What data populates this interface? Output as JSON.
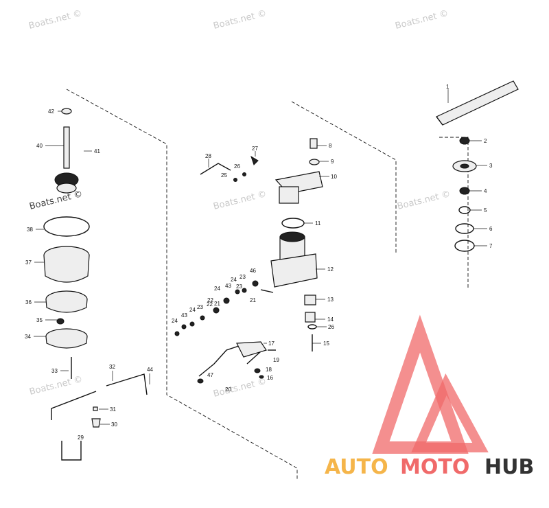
{
  "watermarks": [
    "Boats.net ©",
    "Boats.net ©",
    "Boats.net ©",
    "Boats.net ©",
    "Boats.net ©",
    "Boats.net ©",
    "Boats.net ©",
    "Boats.net ©"
  ],
  "logo": {
    "part1": "AUTO",
    "part2": "MOTO",
    "part3": "HUB",
    "color_a": "#f5b54a",
    "color_b": "#f06a6a",
    "color_c": "#333333"
  },
  "callouts": [
    "1",
    "2",
    "3",
    "4",
    "5",
    "6",
    "7",
    "8",
    "9",
    "10",
    "11",
    "12",
    "13",
    "14",
    "26",
    "15",
    "16",
    "17",
    "18",
    "19",
    "20",
    "21",
    "22",
    "23",
    "24",
    "25",
    "26",
    "27",
    "28",
    "29",
    "30",
    "31",
    "32",
    "33",
    "34",
    "35",
    "36",
    "37",
    "38",
    "40",
    "41",
    "42",
    "43",
    "44",
    "46",
    "47",
    "24",
    "24",
    "23",
    "22",
    "43",
    "24",
    "23",
    "21"
  ]
}
